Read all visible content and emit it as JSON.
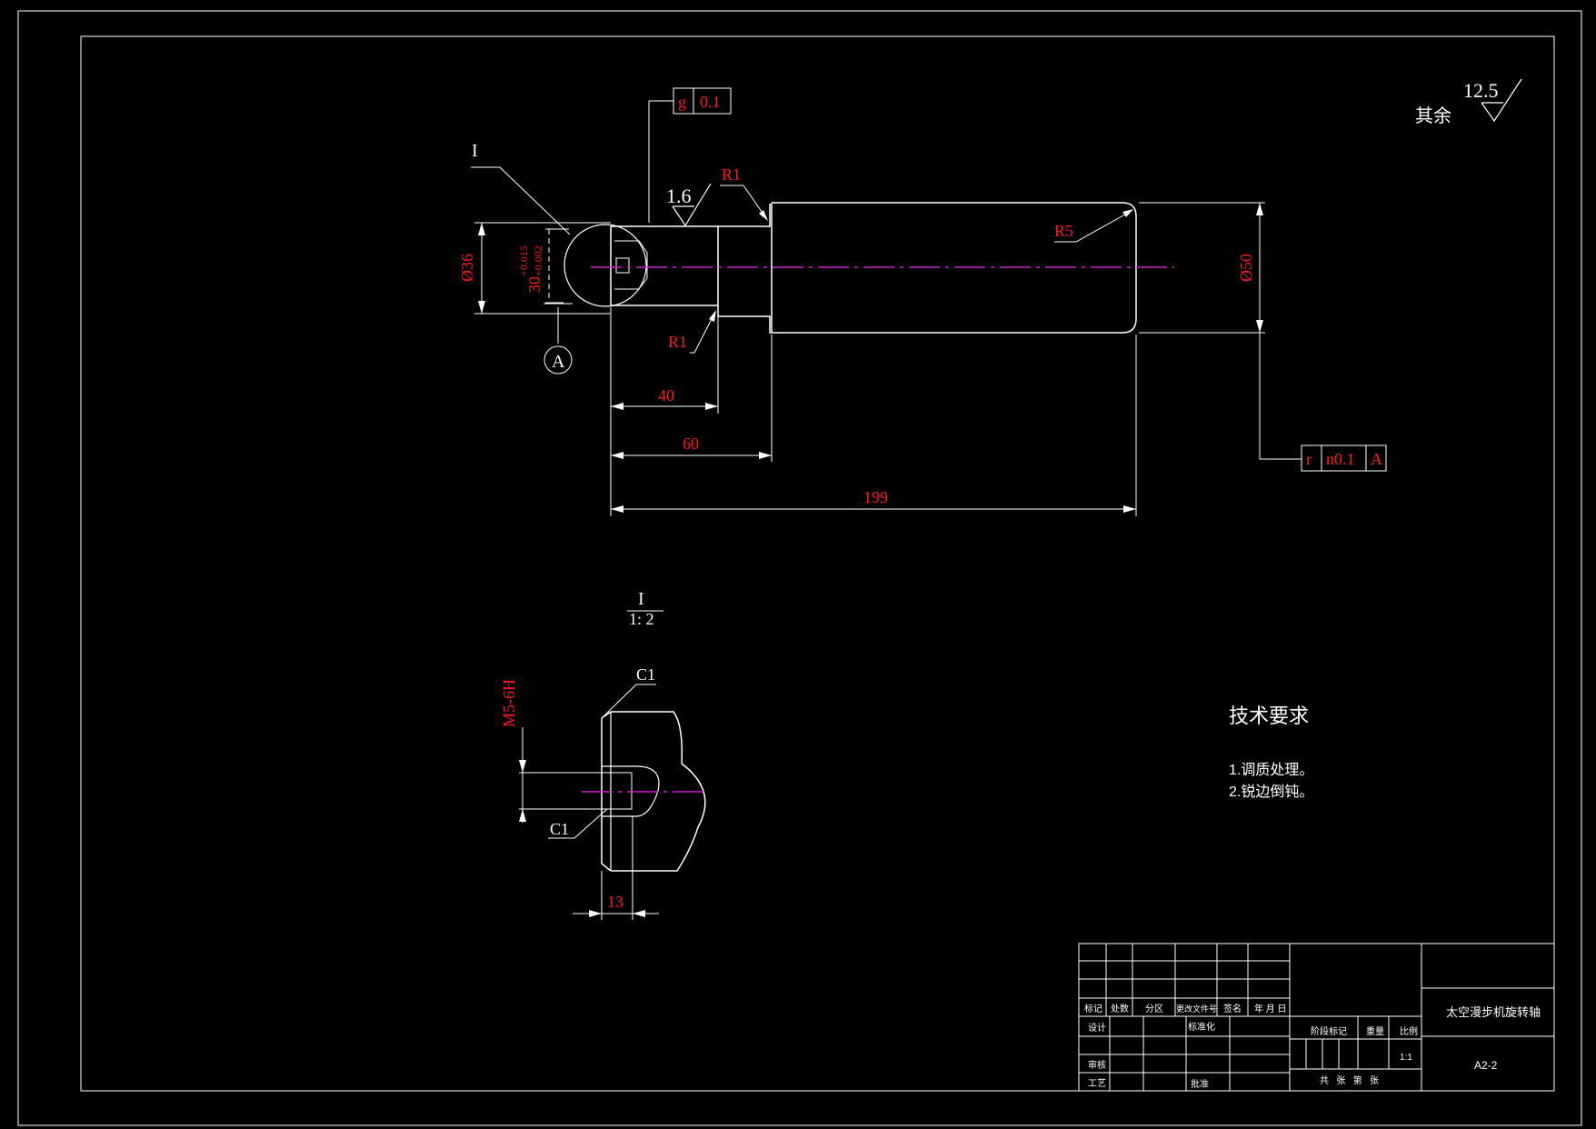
{
  "drawing": {
    "title": "太空漫步机旋转轴",
    "number": "A2-2",
    "scale": "1:1"
  },
  "colors": {
    "background": "#000000",
    "lines": "#ffffff",
    "dimensions": "#ff1a1a",
    "centerline": "#cc22cc"
  },
  "roughness": {
    "rest_label": "其余",
    "rest_value": "12.5",
    "face_value": "1.6"
  },
  "gdt": {
    "flatness_symbol": "g",
    "flatness_value": "0.1",
    "runout_symbol": "r",
    "runout_value": "n0.1",
    "runout_datum": "A"
  },
  "dims": {
    "dia36": "Ø36",
    "dia50": "Ø50",
    "bore_base": "30",
    "bore_upper": "+0.015",
    "bore_lower": "+0.002",
    "r1_top": "R1",
    "r1_bottom": "R1",
    "r5": "R5",
    "len40": "40",
    "len60": "60",
    "len199": "199",
    "datum": "A",
    "detail_ref": "I"
  },
  "detail": {
    "name": "I",
    "scale": "1: 2",
    "thread": "M5-6H",
    "chamfer_top": "C1",
    "chamfer_bottom": "C1",
    "depth": "13"
  },
  "tech": {
    "title": "技术要求",
    "items": [
      "1.调质处理。",
      "2.锐边倒钝。"
    ]
  },
  "titleblock": {
    "mark": "标记",
    "count": "处数",
    "zone": "分区",
    "doc": "更改文件号",
    "sign": "签名",
    "date": "年 月 日",
    "design": "设计",
    "standard": "标准化",
    "stage": "阶段标记",
    "weight": "重量",
    "ratio": "比例",
    "review": "审核",
    "process": "工艺",
    "approve": "批准",
    "sheets": "共   张   第   张"
  }
}
